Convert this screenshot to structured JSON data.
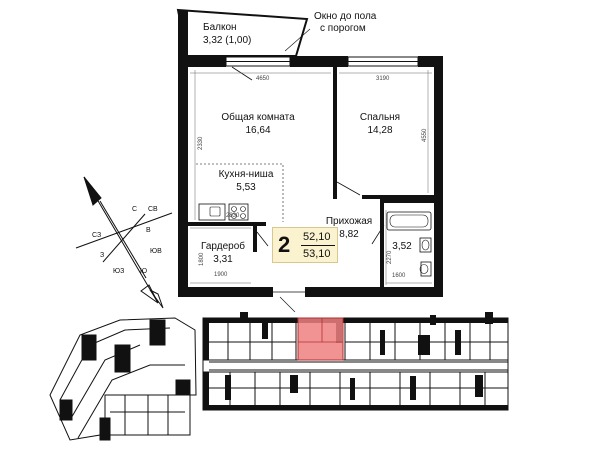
{
  "plan": {
    "rooms_count": "2",
    "area_1": "52,10",
    "area_2": "53,10",
    "balcony": {
      "name": "Балкон",
      "area": "3,32 (1,00)"
    },
    "window_note": [
      "Окно до пола",
      "с порогом"
    ],
    "living": {
      "name": "Общая комната",
      "area": "16,64"
    },
    "bedroom": {
      "name": "Спальня",
      "area": "14,28"
    },
    "kitchen": {
      "name": "Кухня-ниша",
      "area": "5,53"
    },
    "hall": {
      "name": "Прихожая",
      "area": "8,82"
    },
    "bath": {
      "area": "3,52"
    },
    "wardrobe": {
      "name": "Гардероб",
      "area": "3,31"
    },
    "dims": {
      "d4650": "4650",
      "d3190": "3190",
      "d2330": "2330",
      "d4550": "4550",
      "d2830": "2830",
      "d1800": "1800",
      "d1900": "1900",
      "d2270": "2270",
      "d1600": "1600"
    }
  },
  "compass": [
    "С",
    "СВ",
    "В",
    "ЮВ",
    "Ю",
    "ЮЗ",
    "З",
    "СЗ"
  ],
  "colors": {
    "wall": "#111111",
    "card_bg": "#fbf2cf",
    "highlight": "#f08080"
  }
}
